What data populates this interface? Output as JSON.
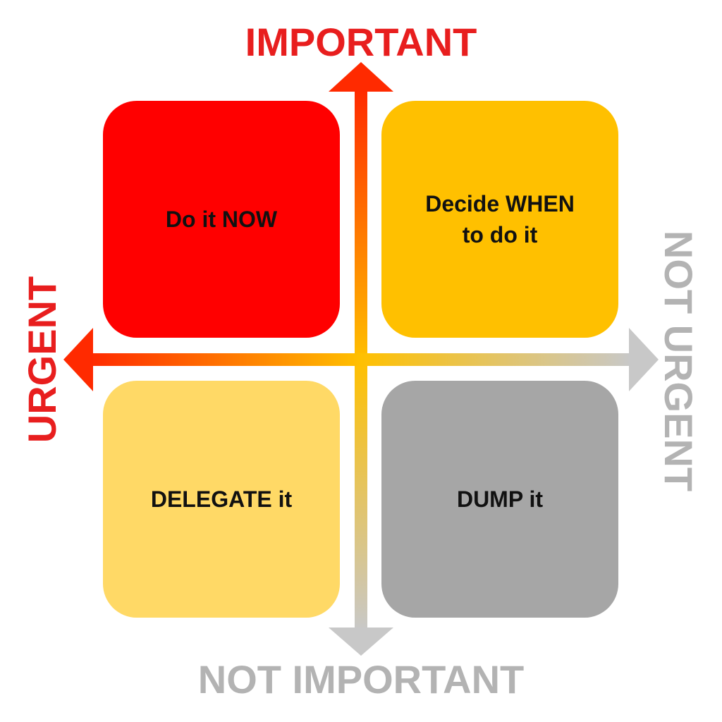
{
  "axes": {
    "top_label": "IMPORTANT",
    "bottom_label": "NOT IMPORTANT",
    "left_label": "URGENT",
    "right_label": "NOT URGENT"
  },
  "quadrants": [
    {
      "label": "Do it NOW",
      "color": "#ff0000"
    },
    {
      "label": "Decide WHEN\nto do it",
      "color": "#ffc000"
    },
    {
      "label": "DELEGATE it",
      "color": "#ffd966"
    },
    {
      "label": "DUMP it",
      "color": "#a6a6a6"
    }
  ],
  "colors": {
    "important": "#e81e1e",
    "urgent": "#e81e1e",
    "not_important": "#b3b3b3",
    "not_urgent": "#b3b3b3",
    "axis_red": "#ff2a00",
    "axis_orange": "#ffc000",
    "axis_gray": "#c8c8c8"
  }
}
